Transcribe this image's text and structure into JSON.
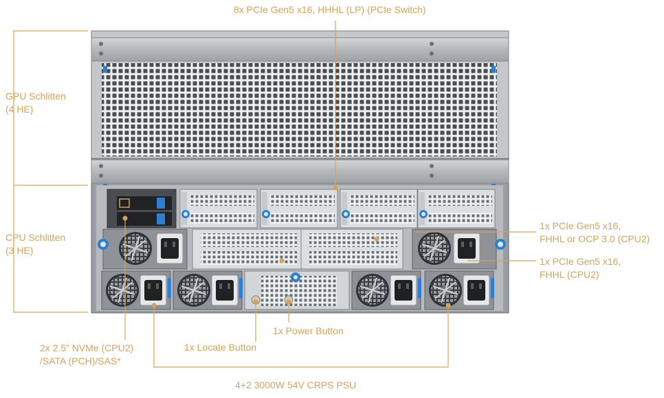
{
  "labels": {
    "pcie_switch": "8x PCIe Gen5 x16, HHHL (LP) (PCIe Switch)",
    "gpu_sled": [
      "GPU Schlitten",
      "(4 HE)"
    ],
    "cpu_sled": [
      "CPU Schlitten",
      "(3 HE)"
    ],
    "pcie_ocp": [
      "1x PCIe Gen5 x16,",
      "FHHL or OCP 3.0 (CPU2)"
    ],
    "pcie_fhhl": [
      "1x PCIe Gen5 x16,",
      "FHHL (CPU2)"
    ],
    "power_button": "1x Power Button",
    "locate_button": "1x Locate Button",
    "nvme": [
      "2x 2.5” NVMe (CPU2)",
      "/SATA (PCH)/SAS*"
    ],
    "psu": "4+2 3000W 54V CRPS PSU"
  },
  "colors": {
    "accent": "#d4a35a",
    "chassis": "#b9bcbf",
    "chassis_dark": "#55595d",
    "blue": "#2f7fd0"
  }
}
